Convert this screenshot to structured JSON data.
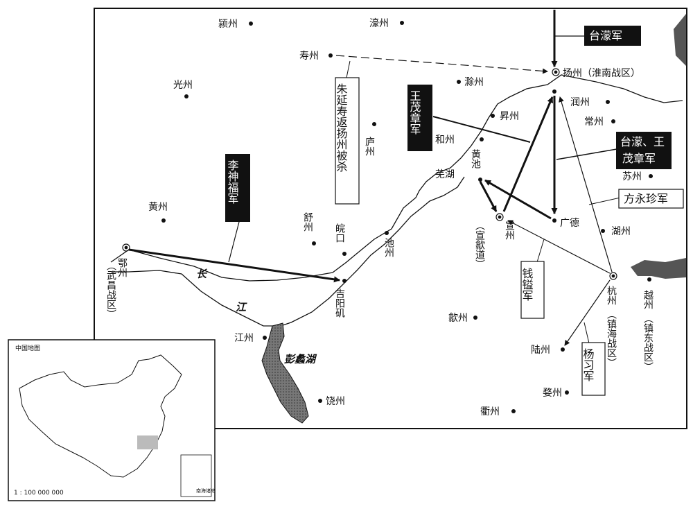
{
  "cities": {
    "yingzhou": "颍州",
    "haozhou": "濠州",
    "shouzhou": "寿州",
    "guangzhou": "光州",
    "luzhou": "庐州",
    "chuzhou": "滁州",
    "shengzhou": "昇州",
    "hezhou": "和州",
    "wuhu": "芜湖",
    "yangzhou": "扬州（淮南战区）",
    "runzhou": "润州",
    "changzhou": "常州",
    "suzhou": "苏州",
    "huzhou": "湖州",
    "guangde": "广德",
    "huangzhou": "黄州",
    "shuzhou": "舒州",
    "wankou": "皖口",
    "chizhou": "池州",
    "huangchi": "黄池",
    "xuanzhou": "宣州",
    "xuanshe": "（宣歙道）",
    "ezhou": "鄂州",
    "wuchang": "（武昌战区）",
    "jiyangji": "吉阳矶",
    "jiangzhou": "江州",
    "shezhou": "歙州",
    "hangzhou": "杭州",
    "zhenhai": "（镇海战区）",
    "yuezhou": "越州",
    "zhendong": "（镇东战区）",
    "luzhou2": "陆州",
    "wuzhou": "婺州",
    "raozhou": "饶州",
    "quzhou": "衢州"
  },
  "geo": {
    "changjiang_1": "长",
    "changjiang_2": "江",
    "poyang": "彭蠡湖"
  },
  "armies": {
    "taimeng": "台濛军",
    "wangmaozhang": "王茂章军",
    "taimeng_wang_1": "台濛、王",
    "taimeng_wang_2": "茂章军",
    "fangyongzhen": "方永珍军",
    "qianyi": "钱镒军",
    "yangxi": "杨习军",
    "lishenfu": "李神福军",
    "zhuyanshou": "朱延寿返扬州被杀"
  },
  "inset": {
    "title": "中国地图",
    "scale": "1 : 100 000 000",
    "nanhai": "南海诸岛"
  }
}
